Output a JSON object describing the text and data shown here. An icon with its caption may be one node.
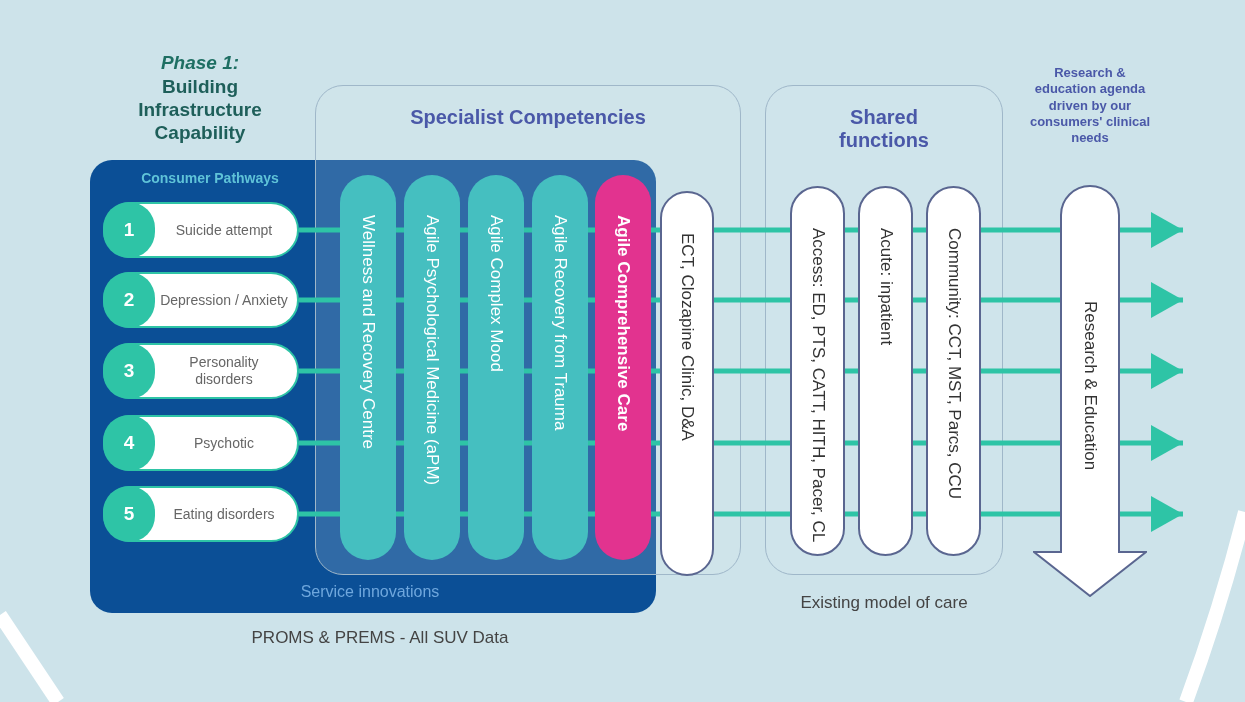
{
  "diagram": {
    "nodes": [
      {
        "text": [
          "Consumer Pathways",
          "Service innovations"
        ]
      },
      {
        "text": [
          "1",
          "Suicide attempt"
        ],
        "in": 0
      },
      {
        "text": [
          "2",
          "Depression / Anxiety"
        ],
        "in": 0
      },
      {
        "text": [
          "3",
          "Personality disorders"
        ],
        "in": 0
      },
      {
        "text": [
          "4",
          "Psychotic"
        ],
        "in": 0
      },
      {
        "text": [
          "5",
          "Eating disorders"
        ],
        "in": 0
      },
      {
        "text": [
          "Specialist Competencies"
        ]
      },
      {
        "text": [
          "Wellness and Recovery Centre"
        ]
      },
      {
        "text": [
          "Agile Psychological Medicine (aPM)"
        ]
      },
      {
        "text": [
          "Agile Complex Mood"
        ]
      },
      {
        "text": [
          "Agile Recovery from Trauma"
        ]
      },
      {
        "text": [
          "Agile Comprehensive Care"
        ]
      },
      {
        "text": [
          "ECT, Clozapine Clinic, D&A"
        ],
        "in": 6
      },
      {
        "text": [
          "Shared functions"
        ]
      },
      {
        "text": [
          "Access: ED, PTS, CATT, HITH, Pacer, CL"
        ],
        "in": 13
      },
      {
        "text": [
          "Acute: inpatient"
        ],
        "in": 13
      },
      {
        "text": [
          "Community: CCT, MST, Parcs, CCU"
        ],
        "in": 13
      },
      {
        "text": [
          "Research & Education"
        ],
        "beside": [
          "Research & education agenda driven by our consumers' clinical needs"
        ]
      }
    ],
    "edges": [
      {
        "from": 1,
        "to": null,
        "arrow": "to"
      },
      {
        "from": 2,
        "to": null,
        "arrow": "to"
      },
      {
        "from": 3,
        "to": null,
        "arrow": "to"
      },
      {
        "from": 4,
        "to": null,
        "arrow": "to"
      },
      {
        "from": 5,
        "to": null,
        "arrow": "to"
      }
    ],
    "labels": [
      "Phase 1:",
      "Building Infrastructure Capability",
      "Existing model of care",
      "PROMS & PREMS - All SUV Data"
    ]
  }
}
